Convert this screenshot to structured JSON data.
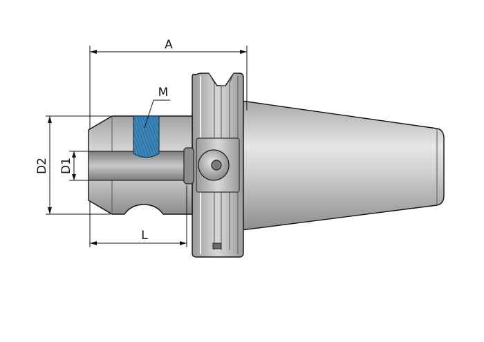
{
  "drawing": {
    "labels": {
      "A": "A",
      "M": "M",
      "D2": "D2",
      "D1": "D1",
      "L": "L"
    },
    "colors": {
      "metal_light": "#d6d6d6",
      "metal_mid": "#b5b5b5",
      "metal_dark": "#8a8a8a",
      "thread": "#3b86b8",
      "line": "#111111"
    }
  }
}
